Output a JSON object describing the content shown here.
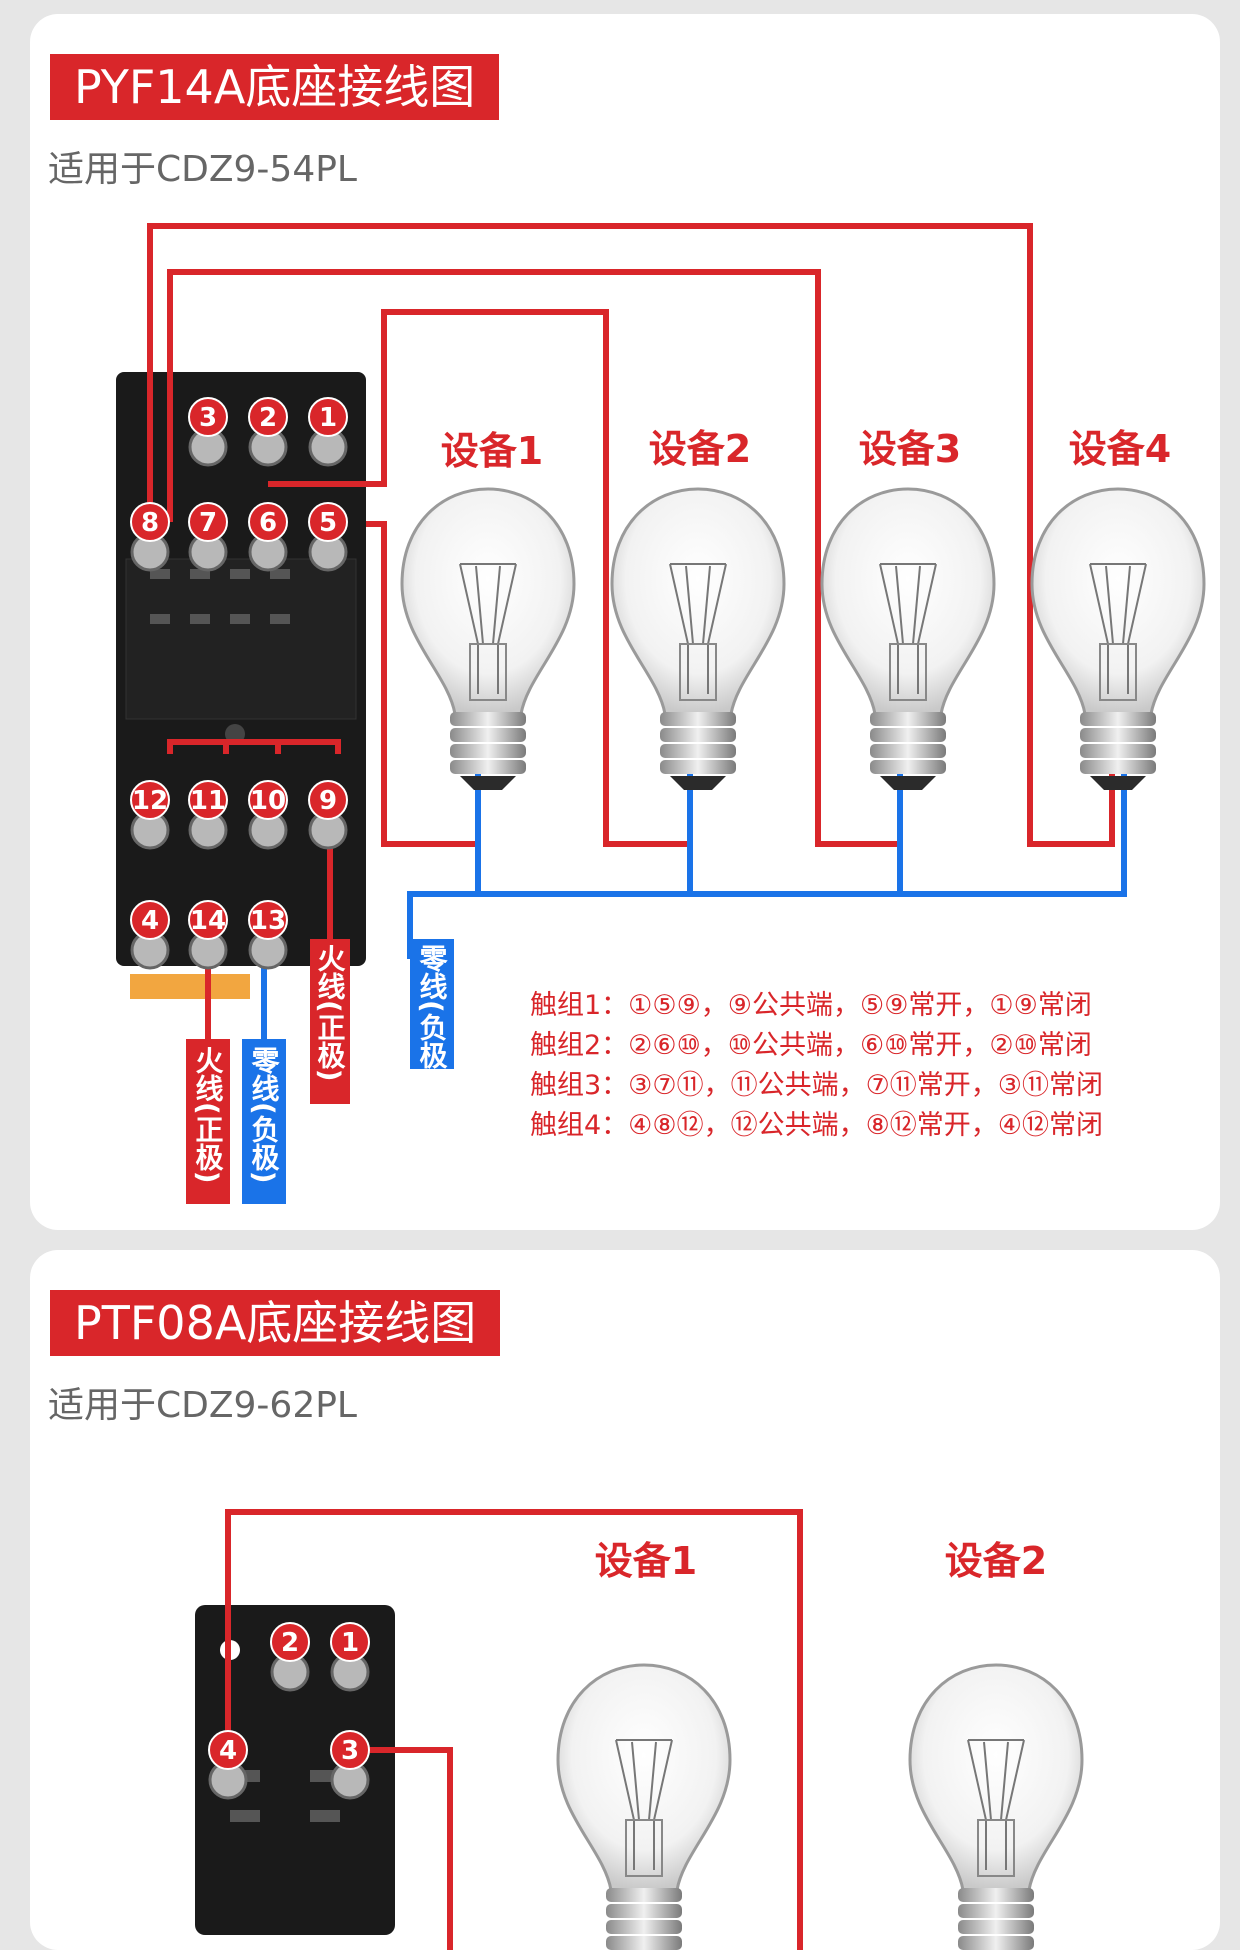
{
  "sections": [
    {
      "title": "PYF14A底座接线图",
      "subtitle": "适用于CDZ9-54PL",
      "devices": [
        "设备1",
        "设备2",
        "设备3",
        "设备4"
      ],
      "terminals": {
        "top": [
          "3",
          "2",
          "1"
        ],
        "row2": [
          "8",
          "7",
          "6",
          "5"
        ],
        "row3": [
          "12",
          "11",
          "10",
          "9"
        ],
        "bottom": [
          "4",
          "14",
          "13"
        ]
      },
      "labels": {
        "live_pos_1": "火线(正极)",
        "live_pos_2": "火线(正极)",
        "neutral_neg_1": "零线(负极)",
        "neutral_neg_2": "零线(负极)"
      },
      "contact_groups": [
        "触组1：①⑤⑨，⑨公共端，⑤⑨常开，①⑨常闭",
        "触组2：②⑥⑩，⑩公共端，⑥⑩常开，②⑩常闭",
        "触组3：③⑦⑪，⑪公共端，⑦⑪常开，③⑪常闭",
        "触组4：④⑧⑫，⑫公共端，⑧⑫常开，④⑫常闭"
      ]
    },
    {
      "title": "PTF08A底座接线图",
      "subtitle": "适用于CDZ9-62PL",
      "devices": [
        "设备1",
        "设备2"
      ],
      "terminals": {
        "top": [
          "2",
          "1"
        ],
        "row2": [
          "4",
          "3"
        ]
      }
    }
  ],
  "colors": {
    "red": "#d9262a",
    "blue": "#1a73e8",
    "base": "#1a1a1a",
    "card": "#ffffff",
    "page_bg": "#e6e6e6"
  }
}
